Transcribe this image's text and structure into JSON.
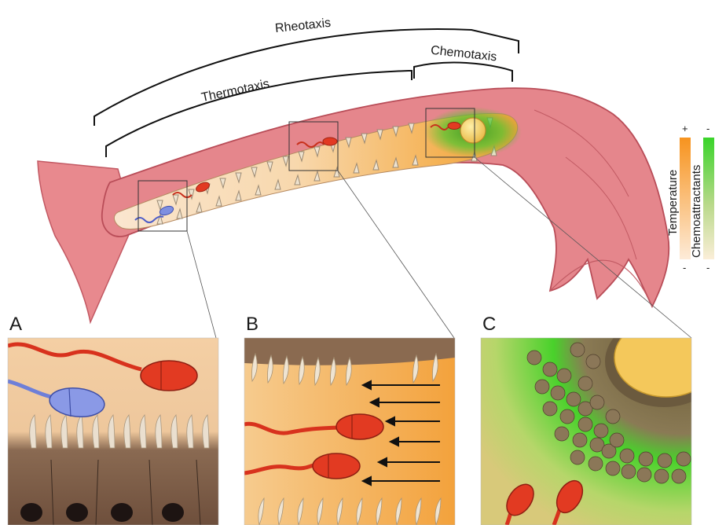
{
  "labels": {
    "rheotaxis": "Rheotaxis",
    "thermotaxis": "Thermotaxis",
    "chemotaxis": "Chemotaxis"
  },
  "panels": {
    "a": "A",
    "b": "B",
    "c": "C"
  },
  "legend": {
    "temperature": {
      "title": "Temperature",
      "plus": "+",
      "minus": "-",
      "color_high": "#f7931e",
      "color_low": "#fdebd8"
    },
    "chemoattractants": {
      "title": "Chemoattractants",
      "plus": "-",
      "minus": "-",
      "color_high": "#39d42a",
      "color_low": "#fbeed8"
    }
  },
  "colors": {
    "tube_outer": "#e58a8e",
    "tube_dark": "#c95a62",
    "lumen": "#f6d7b4",
    "lumen_warm": "#f6b25a",
    "sperm_red": "#e23a22",
    "sperm_blue": "#7f8fe0",
    "oocyte": "#f5d36b",
    "chemo_green": "#4cc52d",
    "epithelium_brown": "#7a5a45"
  },
  "icons": {
    "flow_arrow": "left-arrow-icon"
  }
}
